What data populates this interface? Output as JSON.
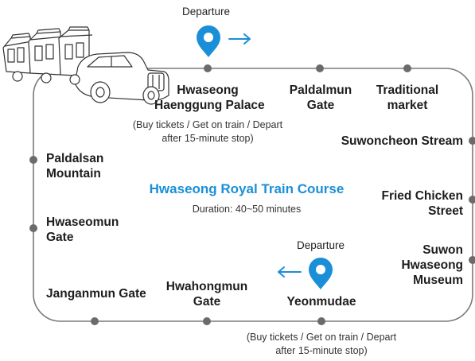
{
  "title": "Hwaseong Royal Train Course",
  "duration": "Duration: 40~50 minutes",
  "departure_label": "Departure",
  "departure_note_line1": "(Buy tickets / Get on train / Depart",
  "departure_note_line2": "after 15-minute stop)",
  "stops": {
    "hwaseong_palace": [
      "Hwaseong",
      "Haenggung Palace"
    ],
    "paldalmun": [
      "Paldalmun",
      "Gate"
    ],
    "traditional_market": [
      "Traditional",
      "market"
    ],
    "suwoncheon": "Suwoncheon Stream",
    "fried_chicken": [
      "Fried Chicken",
      "Street"
    ],
    "suwon_museum": [
      "Suwon",
      "Hwaseong",
      "Museum"
    ],
    "yeonmudae": "Yeonmudae",
    "hwahongmun": [
      "Hwahongmun",
      "Gate"
    ],
    "janganmun": "Janganmun Gate",
    "hwaseomun": [
      "Hwaseomun",
      "Gate"
    ],
    "paldalsan": [
      "Paldalsan",
      "Mountain"
    ]
  },
  "colors": {
    "accent": "#1a8fd8",
    "route": "#7a7a7a",
    "stop_dot": "#6b6b6b"
  },
  "icons": [
    "map-pin-icon",
    "arrow-right-icon",
    "arrow-left-icon",
    "train-illustration"
  ]
}
